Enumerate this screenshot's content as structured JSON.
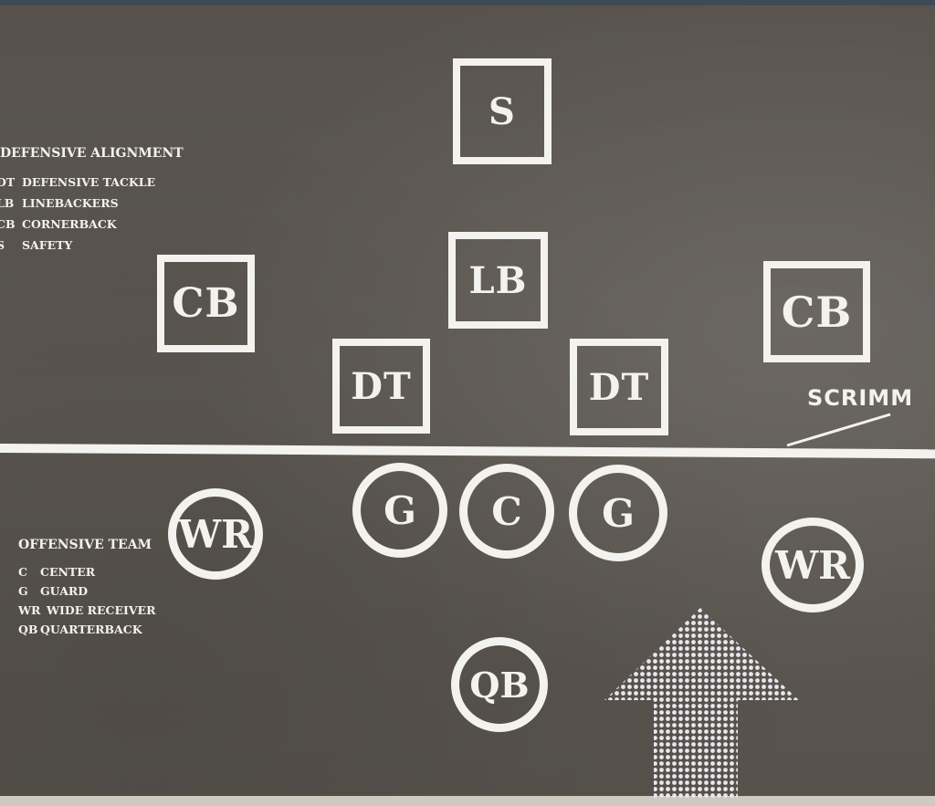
{
  "defensive_legend": {
    "title": "DEFENSIVE ALIGNMENT",
    "items": [
      {
        "abbr": "DT",
        "name": "DEFENSIVE TACKLE"
      },
      {
        "abbr": "LB",
        "name": "LINEBACKERS"
      },
      {
        "abbr": "CB",
        "name": "CORNERBACK"
      },
      {
        "abbr": "S",
        "name": "SAFETY"
      }
    ]
  },
  "offensive_legend": {
    "title": "OFFENSIVE TEAM",
    "items": [
      {
        "abbr": "C",
        "name": "CENTER"
      },
      {
        "abbr": "G",
        "name": "GUARD"
      },
      {
        "abbr": "WR",
        "name": "WIDE RECEIVER"
      },
      {
        "abbr": "QB",
        "name": "QUARTERBACK"
      }
    ]
  },
  "line_of_scrimmage_label": "SCRIMM",
  "defense": {
    "safety": "S",
    "linebacker": "LB",
    "left_cornerback": "CB",
    "right_cornerback": "CB",
    "left_tackle": "DT",
    "right_tackle": "DT"
  },
  "offense": {
    "left_guard": "G",
    "center": "C",
    "right_guard": "G",
    "left_receiver": "WR",
    "right_receiver": "WR",
    "quarterback": "QB"
  },
  "colors": {
    "board": "#5a554f",
    "marking": "#f4f2ee",
    "arrow": "#e9e6ef"
  }
}
